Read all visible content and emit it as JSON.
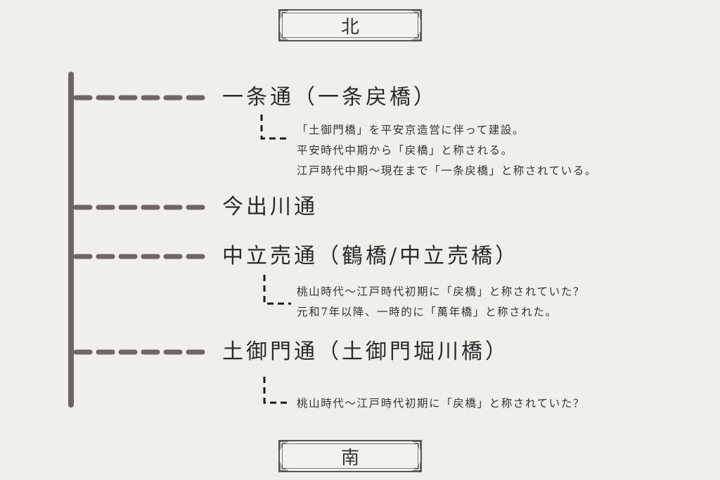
{
  "compass": {
    "north": "北",
    "south": "南"
  },
  "streets": [
    {
      "name": "一条通（一条戻橋）",
      "notes": [
        "「土御門橋」を平安京造営に伴って建設。",
        "平安時代中期から「戻橋」と称される。",
        "江戸時代中期～現在まで「一条戻橋」と称されている。"
      ]
    },
    {
      "name": "今出川通",
      "notes": []
    },
    {
      "name": "中立売通（鶴橋/中立売橋）",
      "notes": [
        "桃山時代～江戸時代初期に「戻橋」と称されていた？",
        "元和7年以降、一時的に「萬年橋」と称された。"
      ]
    },
    {
      "name": "土御門通（土御門堀川橋）",
      "notes": [
        "桃山時代～江戸時代初期に「戻橋」と称されていた？"
      ]
    }
  ],
  "colors": {
    "main_line": "#6e6663",
    "bracket": "#1a1a1a",
    "background": "#f0efea"
  }
}
